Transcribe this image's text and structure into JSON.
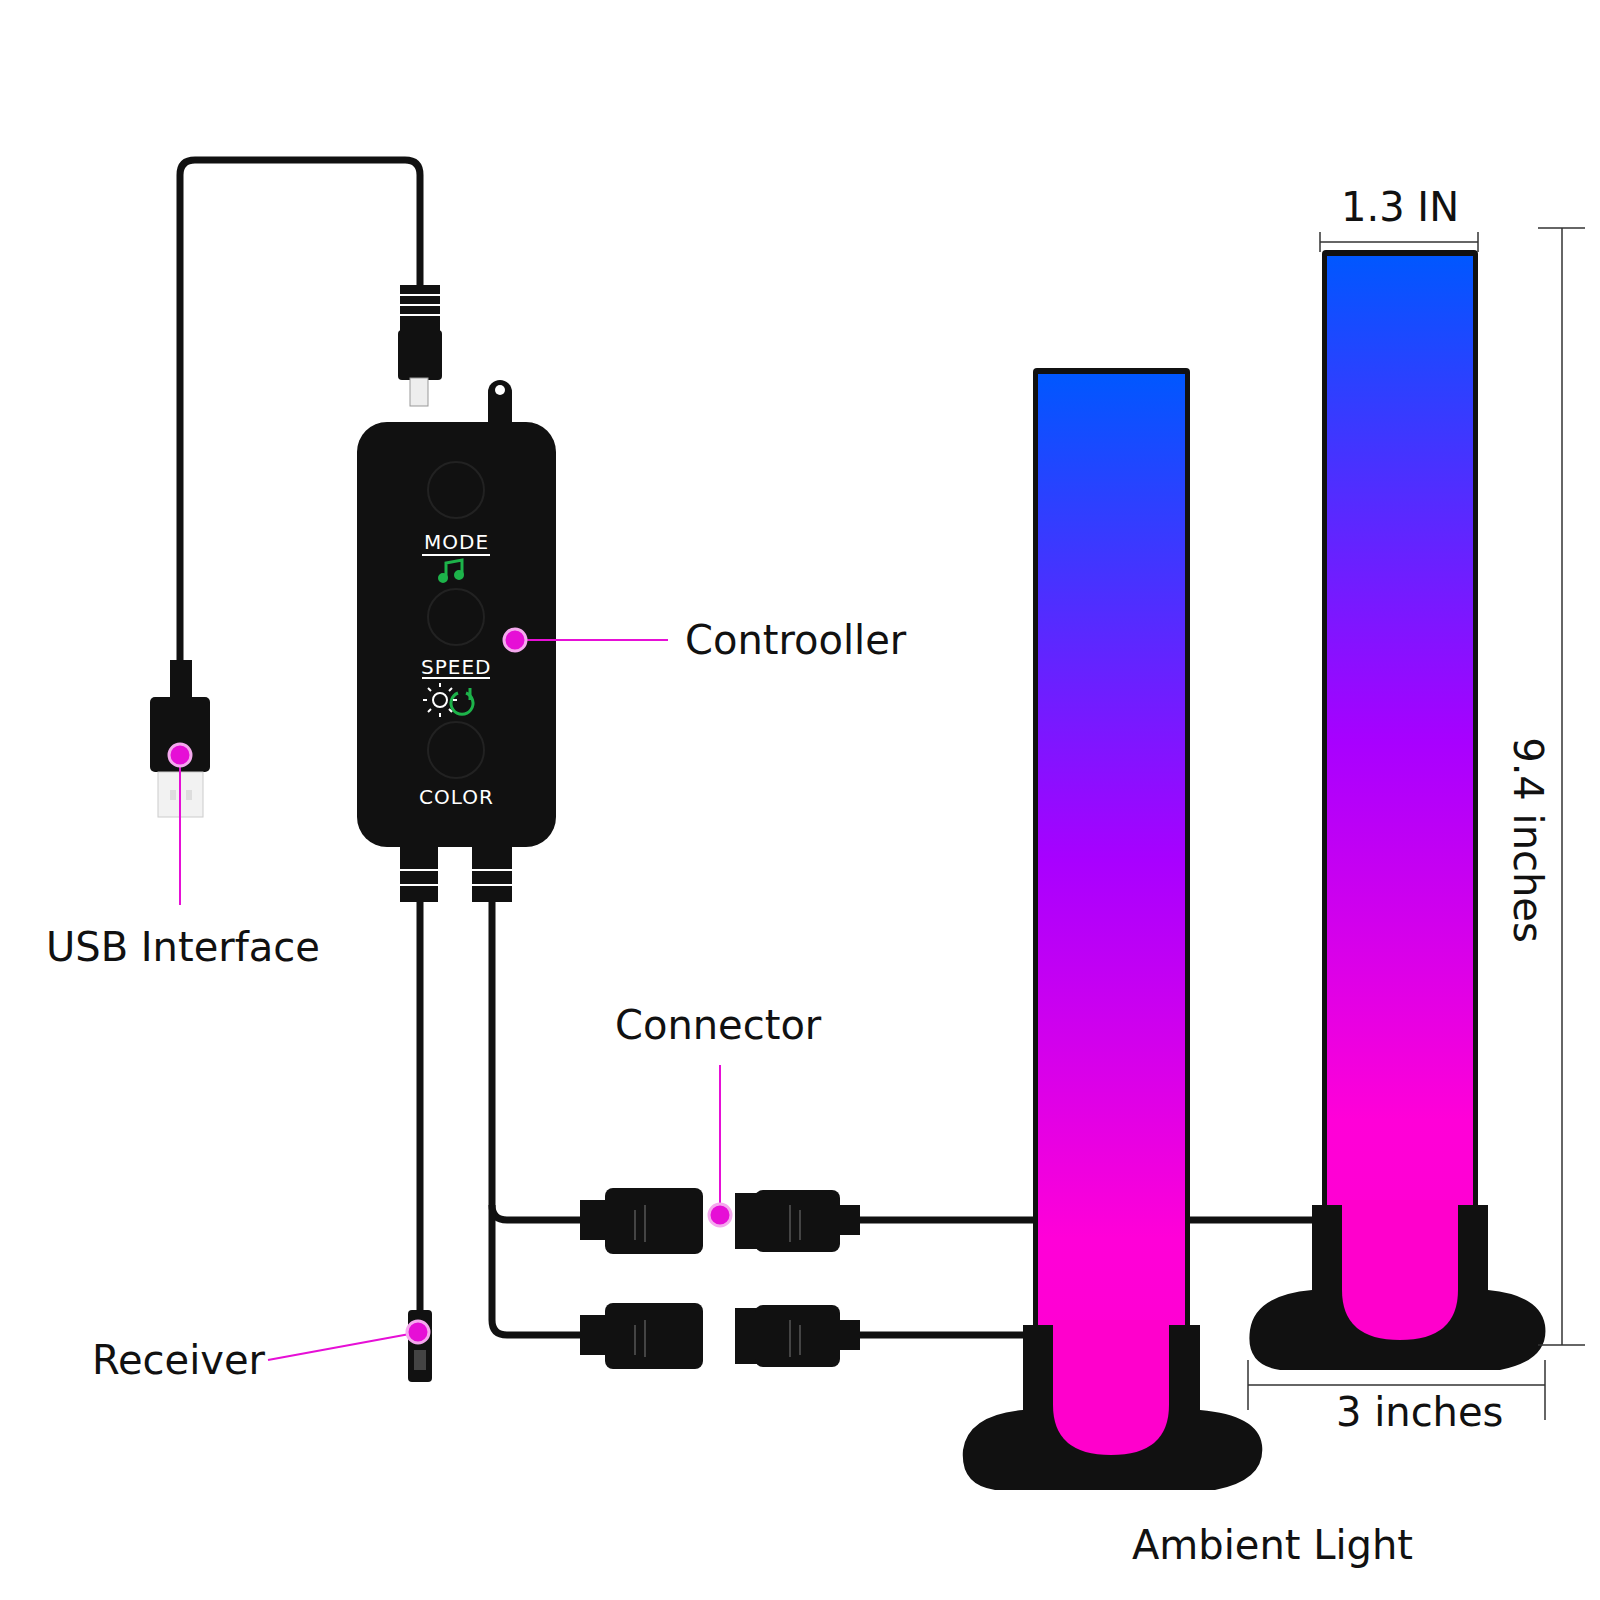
{
  "diagram": {
    "nodes": [
      {
        "text": [
          "MODE",
          "SPEED",
          "COLOR"
        ]
      }
    ],
    "edges": [],
    "labels": [
      "1.3 IN",
      "9.4 inches",
      "Controoller",
      "USB Interface",
      "Connector",
      "Receiver",
      "3 inches",
      "Ambient Light"
    ]
  }
}
